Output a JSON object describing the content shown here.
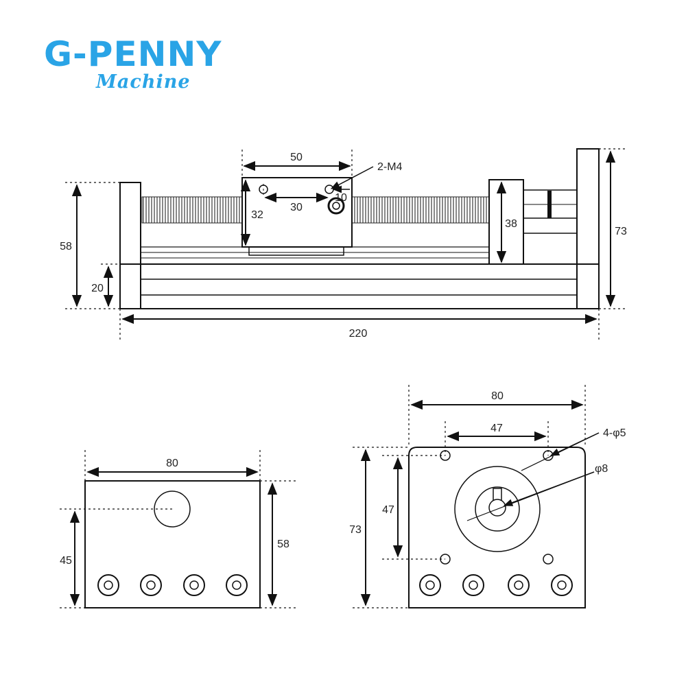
{
  "logo": {
    "name": "G-PENNY",
    "subtitle": "Machine"
  },
  "front_view": {
    "top_width": "50",
    "thread_label": "2-M4",
    "hole_spacing": "30",
    "hole_offset": "10",
    "carriage_height": "32",
    "left_height": "58",
    "base_height": "20",
    "right_block_height": "38",
    "total_height": "73",
    "total_length": "220"
  },
  "left_end_view": {
    "width": "80",
    "height": "58",
    "hole_height": "45"
  },
  "right_end_view": {
    "width": "80",
    "hole_spacing_x": "47",
    "hole_spacing_y": "47",
    "height": "73",
    "holes_label": "4-φ5",
    "bore_label": "φ8"
  }
}
